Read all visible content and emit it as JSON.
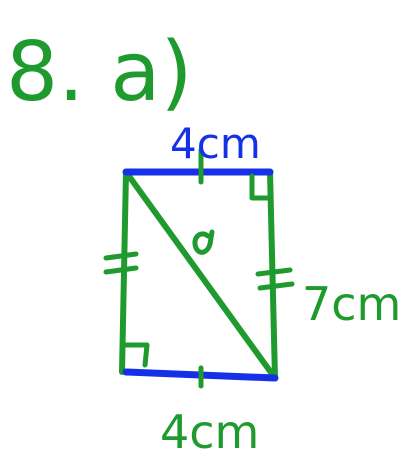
{
  "question_label": "8. a)",
  "labels": {
    "top_side": "4cm",
    "right_side": "7cm",
    "bottom_side": "4cm"
  },
  "colors": {
    "green": "#1f9a2e",
    "blue": "#1530e6"
  }
}
